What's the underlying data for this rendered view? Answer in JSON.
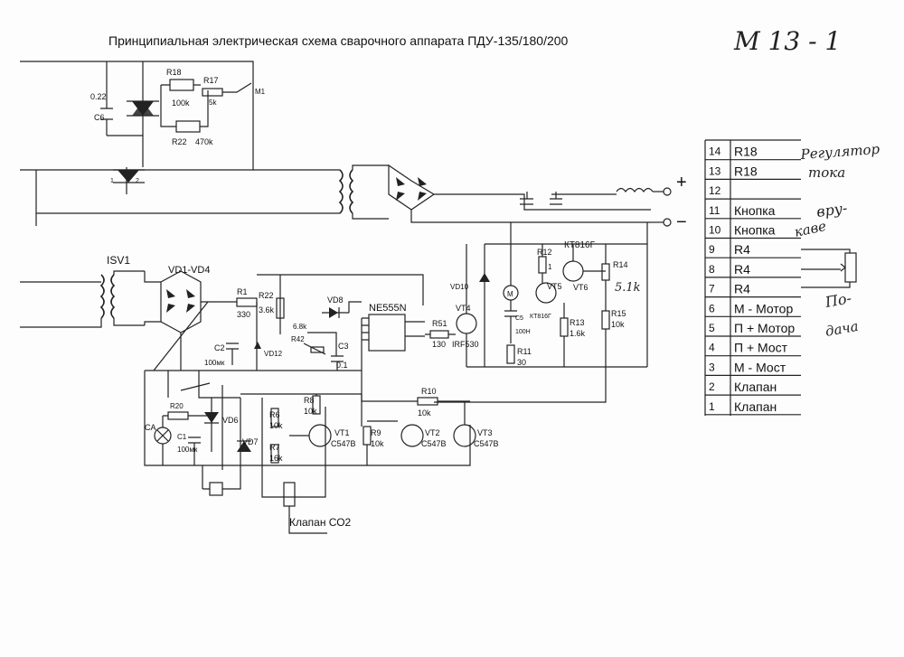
{
  "title": "Принципиальная электрическая схема сварочного аппарата ПДУ-135/180/200",
  "sheet_id": "М 13 - 1",
  "components": {
    "c6_val": "0.22",
    "c6": "C6",
    "r18": "R18",
    "r18_val": "100k",
    "r17": "R17",
    "r17_val": "5k",
    "m1": "M1",
    "r22": "R22",
    "r22_val": "470k",
    "isv1": "ISV1",
    "vd_bridge": "VD1-VD4",
    "r1": "R1",
    "r1_val": "330",
    "r22b": "R22",
    "r22b_val": "3.6k",
    "vd8": "VD8",
    "ne555": "NE555N",
    "r51": "R51",
    "r51_val": "130",
    "vt4": "VT4",
    "vt4_type": "IRF530",
    "vd10": "VD10",
    "kt816_top": "КТ816Г",
    "r12": "R12",
    "r12_val": "1",
    "vt5": "VT5",
    "vt5_type": "КТ816Г",
    "vt6": "VT6",
    "r14": "R14",
    "r14_note": "5.1k",
    "r13": "R13",
    "r13_val": "1.6k",
    "r15": "R15",
    "r15_val": "10k",
    "r11": "R11",
    "r11_val": "30",
    "c5": "C5",
    "c5_val": "100Н",
    "r42": "R42",
    "r6k8": "6.8k",
    "c3": "C3",
    "c3_val": "0.1",
    "c2": "C2",
    "c2_val": "100мк",
    "vd12": "VD12",
    "r20": "R20",
    "ca": "CA",
    "c1": "C1",
    "c1_val": "100мк",
    "vd6": "VD6",
    "vd7": "VD7",
    "r8": "R8",
    "r8_val": "10k",
    "r6": "R6",
    "r6_val": "10k",
    "r7": "R7",
    "r7_val": "16k",
    "vt1": "VT1",
    "vt1_type": "C547B",
    "r9": "R9",
    "r9_val": "10k",
    "r10": "R10",
    "r10_val": "10k",
    "vt2": "VT2",
    "vt2_type": "C547B",
    "vt3": "VT3",
    "vt3_type": "C547B",
    "valve": "Клапан СО2",
    "plus": "+",
    "minus": "−"
  },
  "connector": [
    {
      "num": "14",
      "label": "R18"
    },
    {
      "num": "13",
      "label": "R18"
    },
    {
      "num": "12",
      "label": ""
    },
    {
      "num": "11",
      "label": "Кнопка"
    },
    {
      "num": "10",
      "label": "Кнопка"
    },
    {
      "num": "9",
      "label": "R4"
    },
    {
      "num": "8",
      "label": "R4"
    },
    {
      "num": "7",
      "label": "R4"
    },
    {
      "num": "6",
      "label": "М - Мотор"
    },
    {
      "num": "5",
      "label": "П + Мотор"
    },
    {
      "num": "4",
      "label": "П + Мост"
    },
    {
      "num": "3",
      "label": "М - Мост"
    },
    {
      "num": "2",
      "label": "Клапан"
    },
    {
      "num": "1",
      "label": "Клапан"
    }
  ],
  "notes": {
    "current_reg_1": "Регулятор",
    "current_reg_2": "тока",
    "button_1": "вру-",
    "button_2": "каве",
    "feed_1": "По-",
    "feed_2": "дача"
  }
}
